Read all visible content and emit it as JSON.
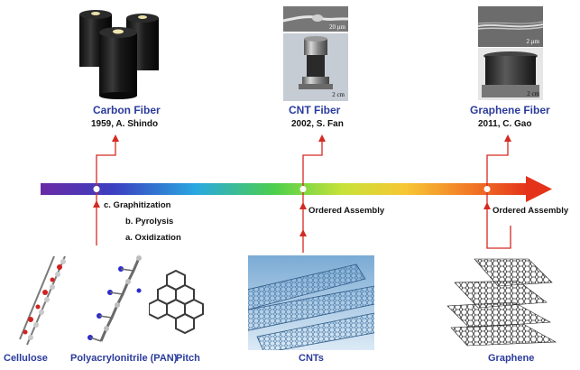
{
  "fibers": [
    {
      "title": "Carbon Fiber",
      "subtitle": "1959, A. Shindo"
    },
    {
      "title": "CNT Fiber",
      "subtitle": "2002, S. Fan"
    },
    {
      "title": "Graphene Fiber",
      "subtitle": "2011, C. Gao"
    }
  ],
  "scale_bars": {
    "cnt_sem": "20 μm",
    "cnt_spool": "2 cm",
    "graphene_sem": "2 μm",
    "graphene_spool": "2 cm"
  },
  "steps": {
    "carbon": [
      "c. Graphitization",
      "b. Pyrolysis",
      "a. Oxidization"
    ],
    "cnt": "Ordered Assembly",
    "graphene": "Ordered Assembly"
  },
  "materials": [
    "Cellulose",
    "Polyacrylonitrile (PAN)",
    "Pitch",
    "CNTs",
    "Graphene"
  ],
  "colors": {
    "title": "#2b3b9c",
    "connector": "#d42a22",
    "arrow_start": "#6b2fa8",
    "arrow_end": "#e8341c"
  }
}
